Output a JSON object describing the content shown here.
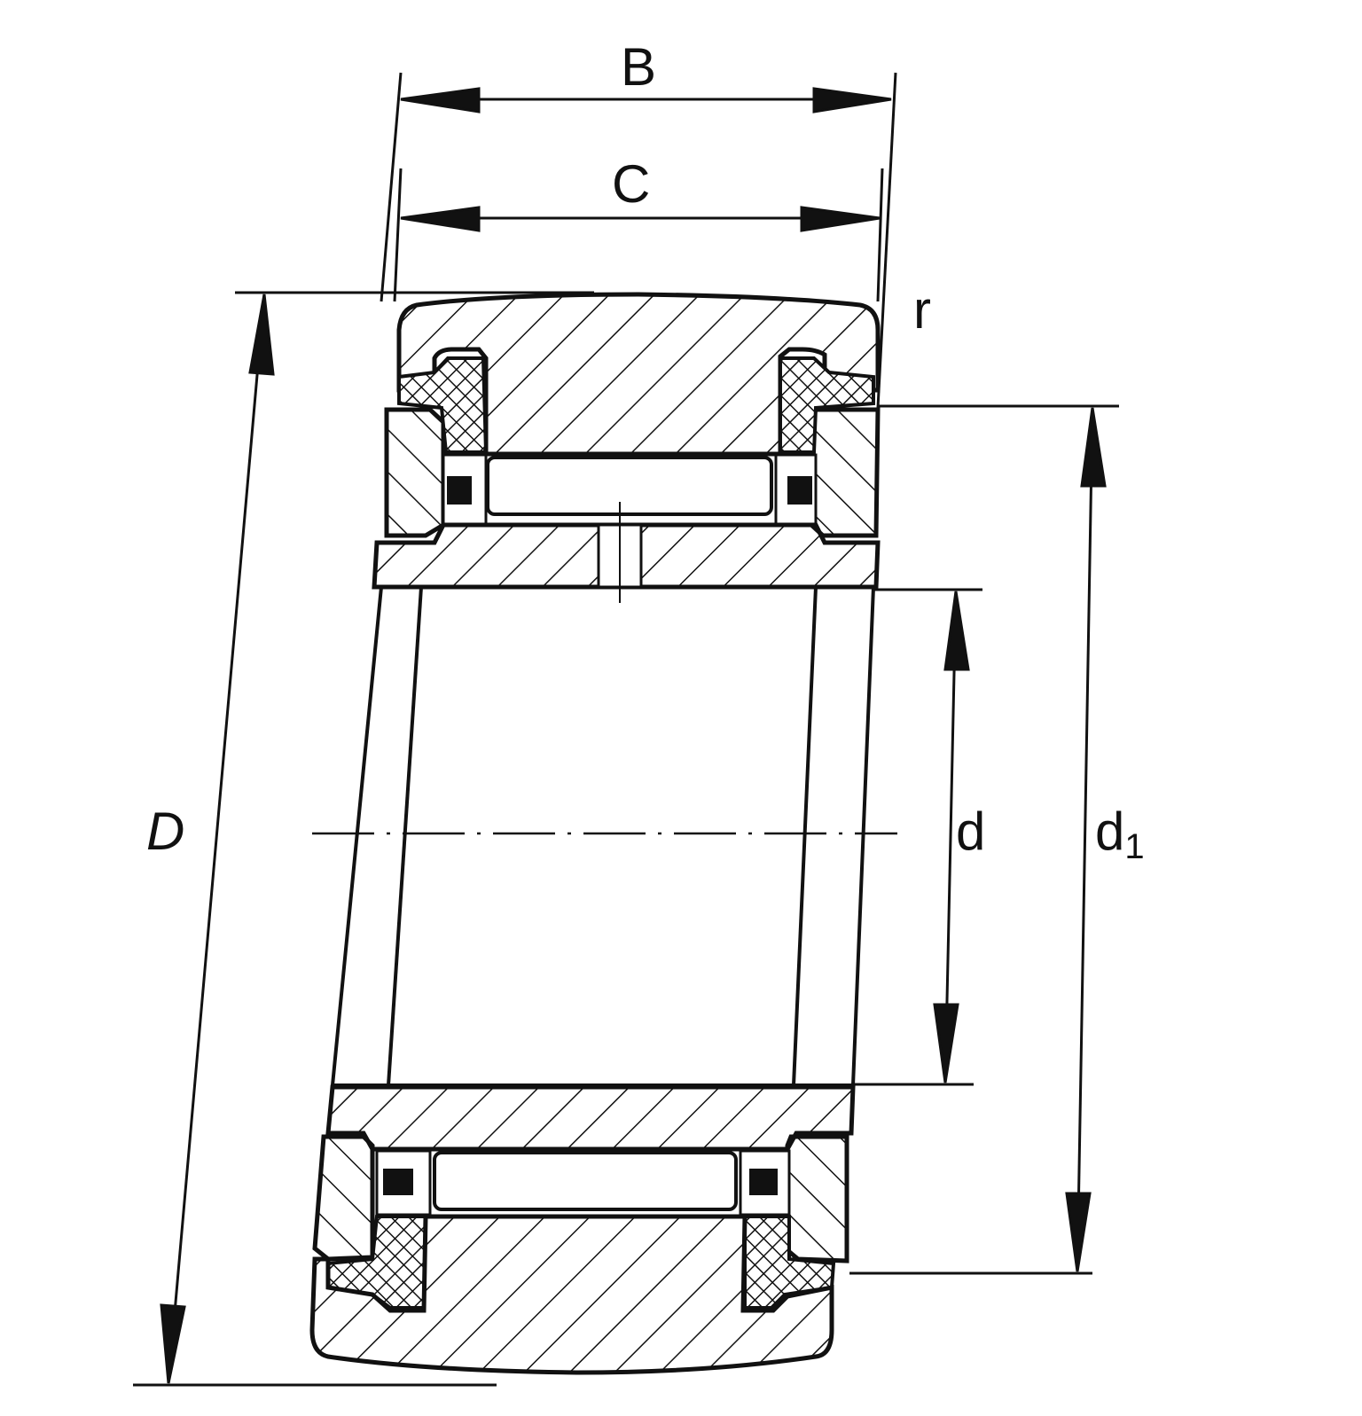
{
  "drawing": {
    "title": "Yoke type track roller with inner ring, cross-section",
    "labels": {
      "B": "B",
      "C": "C",
      "r": "r",
      "D": "D",
      "d": "d",
      "d1_base": "d",
      "d1_sub": "1"
    },
    "colors": {
      "line": "#111111",
      "background": "#ffffff"
    }
  }
}
